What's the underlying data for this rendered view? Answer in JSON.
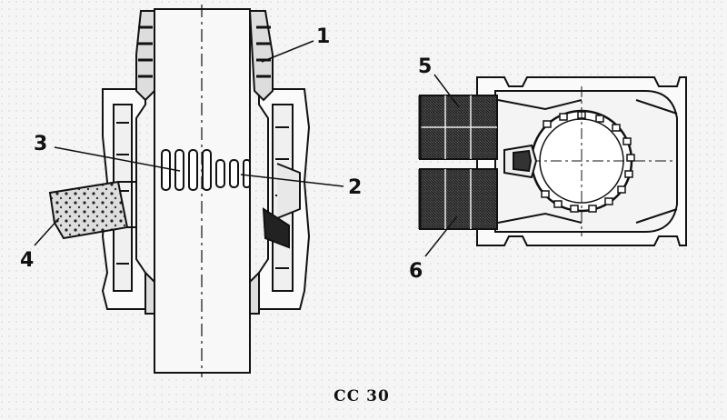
{
  "figure": {
    "callouts": [
      "1",
      "2",
      "3",
      "4",
      "5",
      "6"
    ],
    "caption": "CC 30"
  }
}
